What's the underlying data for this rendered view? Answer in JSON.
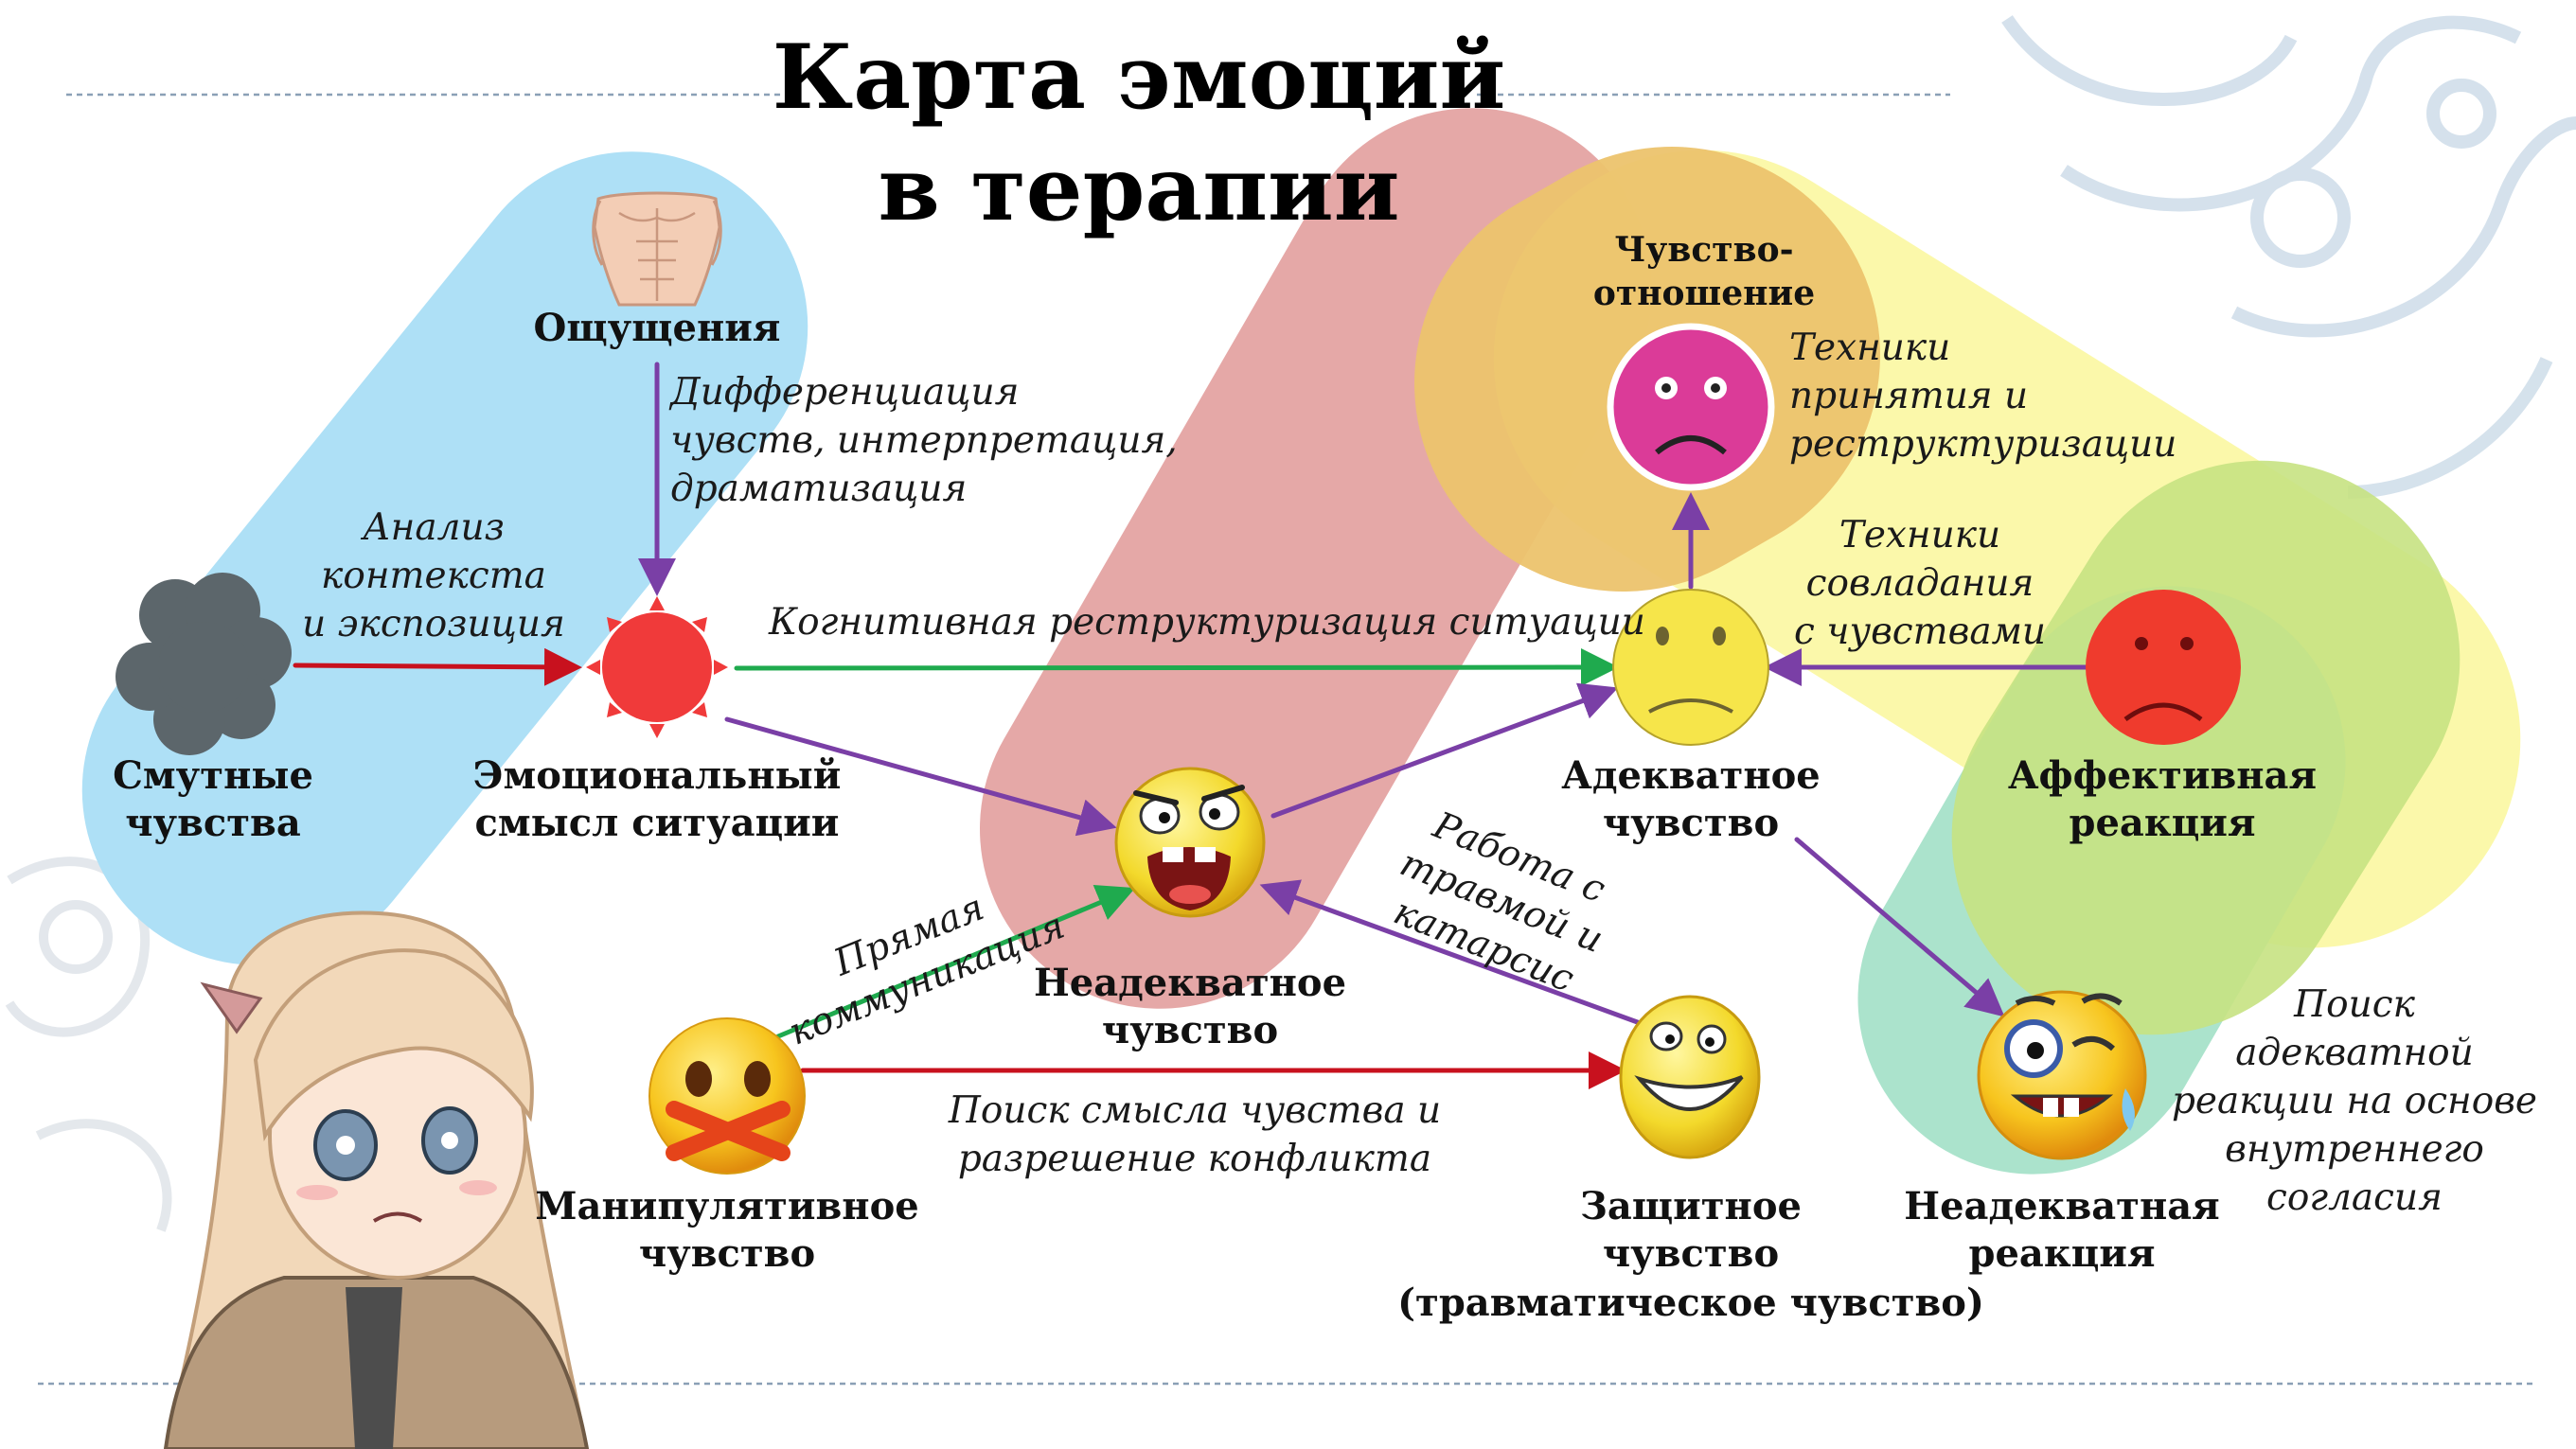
{
  "title": {
    "line1": "Карта эмоций",
    "line2": "в терапии"
  },
  "nodes": {
    "sensations": "Ощущения",
    "vague_1": "Смутные",
    "vague_2": "чувства",
    "emo_meaning_1": "Эмоциональный",
    "emo_meaning_2": "смысл ситуации",
    "inadequate_feeling_1": "Неадекватное",
    "inadequate_feeling_2": "чувство",
    "adequate_feeling_1": "Адекватное",
    "adequate_feeling_2": "чувство",
    "attitude_1": "Чувство-",
    "attitude_2": "отношение",
    "affective_1": "Аффективная",
    "affective_2": "реакция",
    "manipulative_1": "Манипулятивное",
    "manipulative_2": "чувство",
    "defensive_1": "Защитное",
    "defensive_2": "чувство",
    "defensive_3": "(травматическое чувство)",
    "inadequate_reaction_1": "Неадекватная",
    "inadequate_reaction_2": "реакция"
  },
  "edge_labels": {
    "differentiation_1": "Дифференциация",
    "differentiation_2": "чувств, интерпретация,",
    "differentiation_3": "драматизация",
    "analysis_1": "Анализ",
    "analysis_2": "контекста",
    "analysis_3": "и экспозиция",
    "cognitive": "Когнитивная реструктуризация ситуации",
    "acceptance_1": "Техники",
    "acceptance_2": "принятия и",
    "acceptance_3": "реструктуризации",
    "coping_1": "Техники",
    "coping_2": "совладания",
    "coping_3": "с чувствами",
    "direct_1": "Прямая",
    "direct_2": "коммуникация",
    "trauma_1": "Работа с",
    "trauma_2": "травмой и",
    "trauma_3": "катарсис",
    "meaning_search_1": "Поиск смысла чувства и",
    "meaning_search_2": "разрешение конфликта",
    "adequate_search_1": "Поиск",
    "adequate_search_2": "адекватной",
    "adequate_search_3": "реакции на основе",
    "adequate_search_4": "внутреннего",
    "adequate_search_5": "согласия"
  },
  "colors": {
    "band_blue": "#aee0f6",
    "band_red": "#e6a8a6",
    "band_orange": "#ecc36d",
    "band_yellow": "#fbf7a1",
    "band_green": "#c7e282",
    "band_teal": "#a7e2c9",
    "arrow_purple": "#7a3fa6",
    "arrow_green": "#1faa4e",
    "arrow_red": "#c8111e",
    "face_yellow": "#f6e54a",
    "face_magenta": "#db3b98",
    "face_red": "#ef3b2d",
    "sun_red": "#f03a3a",
    "cloud_gray": "#5c666b"
  }
}
